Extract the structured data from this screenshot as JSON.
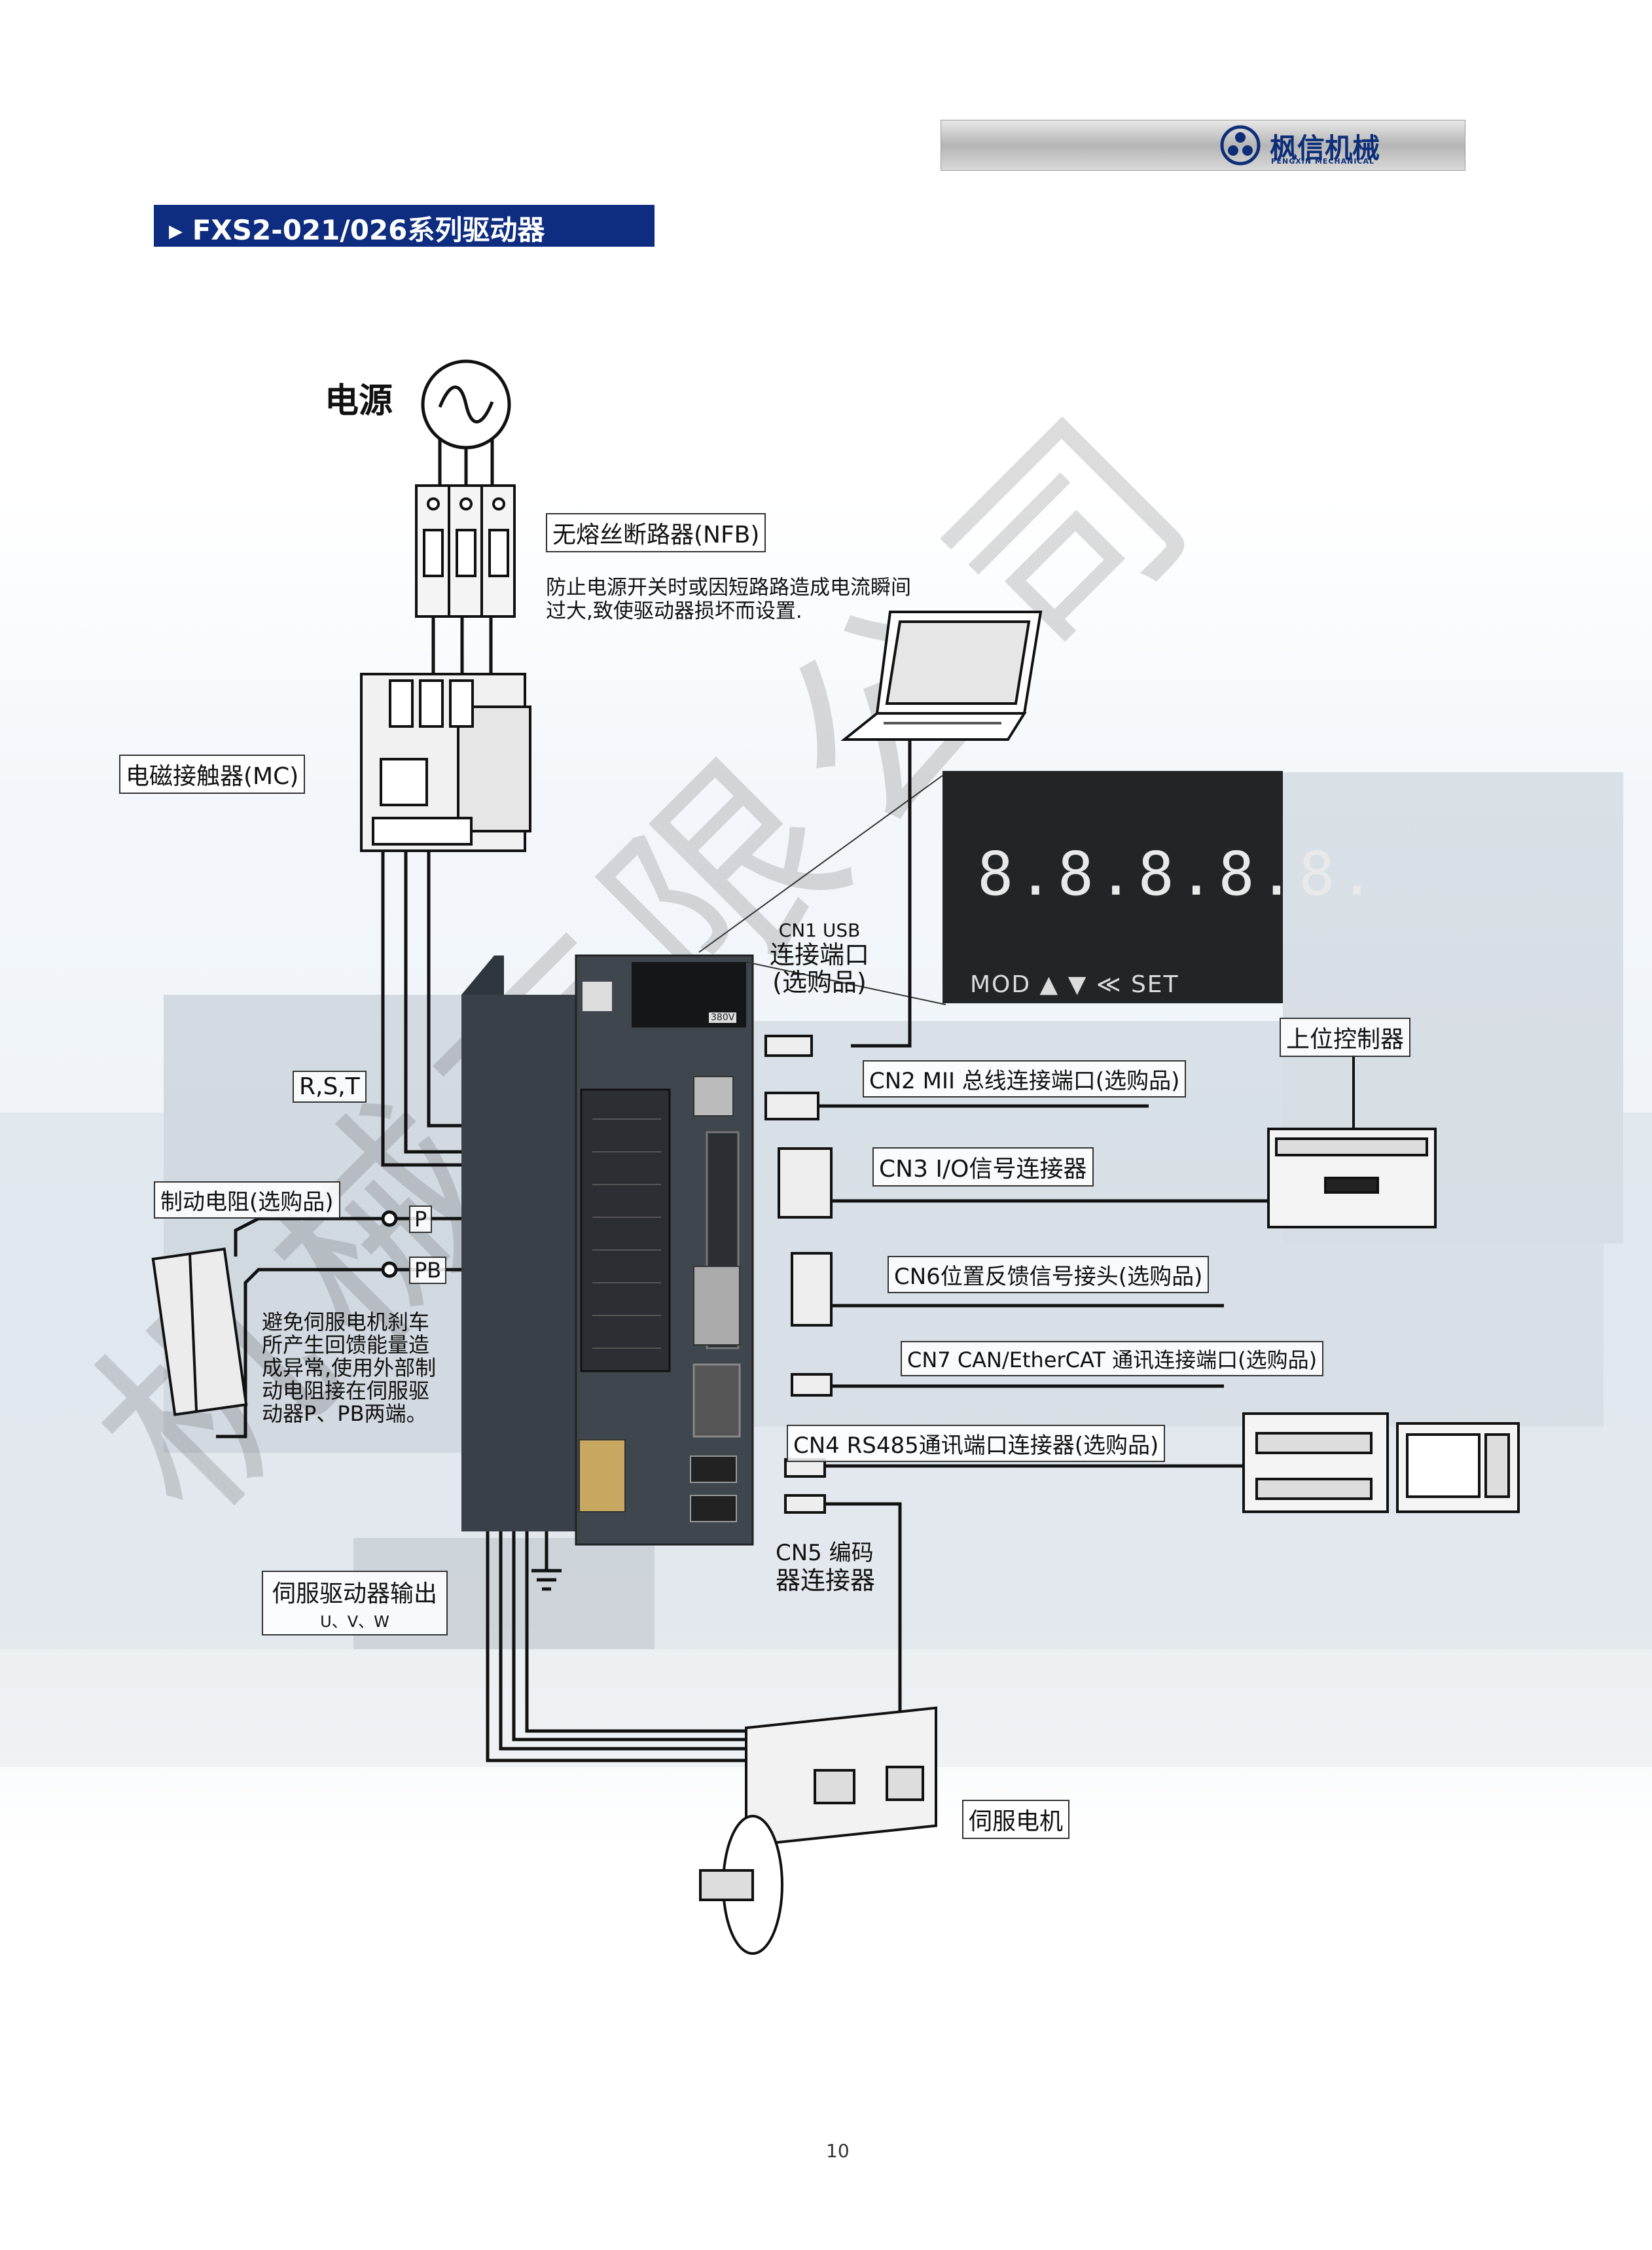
{
  "header": {
    "brand_name": "枫信机械",
    "brand_sub": "FENGXIN MECHANICAL",
    "brand_color": "#0d2e78"
  },
  "title": {
    "marker": "▸",
    "text": "FXS2-021/026系列驱动器",
    "bar_color": "#0e2d80"
  },
  "watermark": "机械有限公司",
  "labels": {
    "power": "电源",
    "nfb": "无熔丝断路器(NFB)",
    "nfb_note_1": "防止电源开关时或因短路路造成电流瞬间",
    "nfb_note_2": "过大,致使驱动器损坏而设置.",
    "mc": "电磁接触器(MC)",
    "rst": "R,S,T",
    "brake": "制动电阻(选购品)",
    "p": "P",
    "pb": "PB",
    "brake_note_1": "避免伺服电机刹车",
    "brake_note_2": "所产生回馈能量造",
    "brake_note_3": "成异常,使用外部制",
    "brake_note_4": "动电阻接在伺服驱",
    "brake_note_5": "动器P、PB两端。",
    "output": "伺服驱动器输出",
    "output_sub": "U、V、W",
    "cn1_line1": "CN1 USB",
    "cn1_line2": "连接端口",
    "cn1_line3": "(选购品)",
    "cn2": "CN2 MII 总线连接端口(选购品)",
    "upper_controller": "上位控制器",
    "cn3": "CN3 I/O信号连接器",
    "cn6": "CN6位置反馈信号接头(选购品)",
    "cn7": "CN7 CAN/EtherCAT 通讯连接端口(选购品)",
    "cn4": "CN4 RS485通讯端口连接器(选购品)",
    "cn5_line1": "CN5 编码",
    "cn5_line2": "器连接器",
    "motor": "伺服电机",
    "voltage_tag": "380V"
  },
  "display": {
    "digits": "8.8.8.8.8.",
    "keys": "MOD ▲ ▼ ≪ SET"
  },
  "page_number": "10"
}
